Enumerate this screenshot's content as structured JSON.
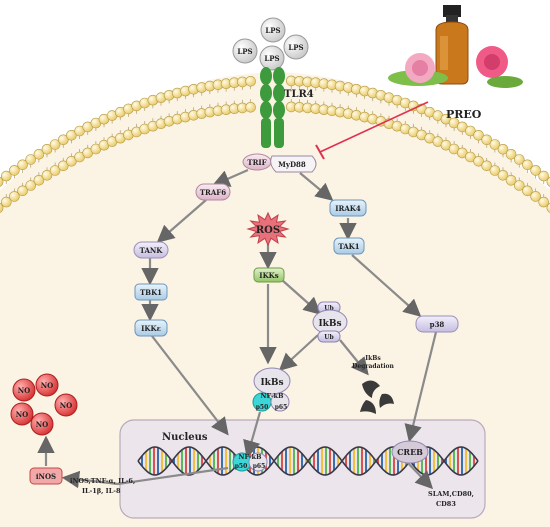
{
  "labels": {
    "lps": "LPS",
    "tlr4": "TLR4",
    "preo": "PREO",
    "trif": "TRIF",
    "myd88": "MyD88",
    "traf6": "TRAF6",
    "irak4": "IRAK4",
    "tank": "TANK",
    "tak1": "TAK1",
    "tbk1": "TBK1",
    "ikke": "IKKε",
    "ros": "ROS",
    "ikks": "IKKs",
    "ub": "Ub",
    "ikbs": "IkBs",
    "ikbs_degradation_line1": "IkBs",
    "ikbs_degradation_line2": "Degradation",
    "p38": "p38",
    "nfkb": "NF-kB",
    "p50": "p50",
    "p65": "p65",
    "nucleus": "Nucleus",
    "creb": "CREB",
    "inos": "iNOS",
    "no": "NO",
    "cytokines_line1": "iNOS,TNF-α, IL-6,",
    "cytokines_line2": "IL-1β, IL-8",
    "markers_line1": "SLAM,CD80,",
    "markers_line2": "CD83"
  },
  "colors": {
    "cytoplasm": "#fbf3e4",
    "nucleus_fill": "#ece6ec",
    "bead": "#f6e29a",
    "tlr4": "#3d9a3d",
    "inhibit_line": "#e03050",
    "ros": "#e8707a",
    "ikks": "#b9dc8e",
    "node_blue": "#cfe3f3",
    "node_pink": "#f1d6e3",
    "nfkb_cyan": "#3dd6d6",
    "no_red": "#e84a4a",
    "dna_a": "#d9534f",
    "dna_b": "#3a6fb0",
    "dna_c": "#f0c040",
    "dna_d": "#5cb85c"
  }
}
